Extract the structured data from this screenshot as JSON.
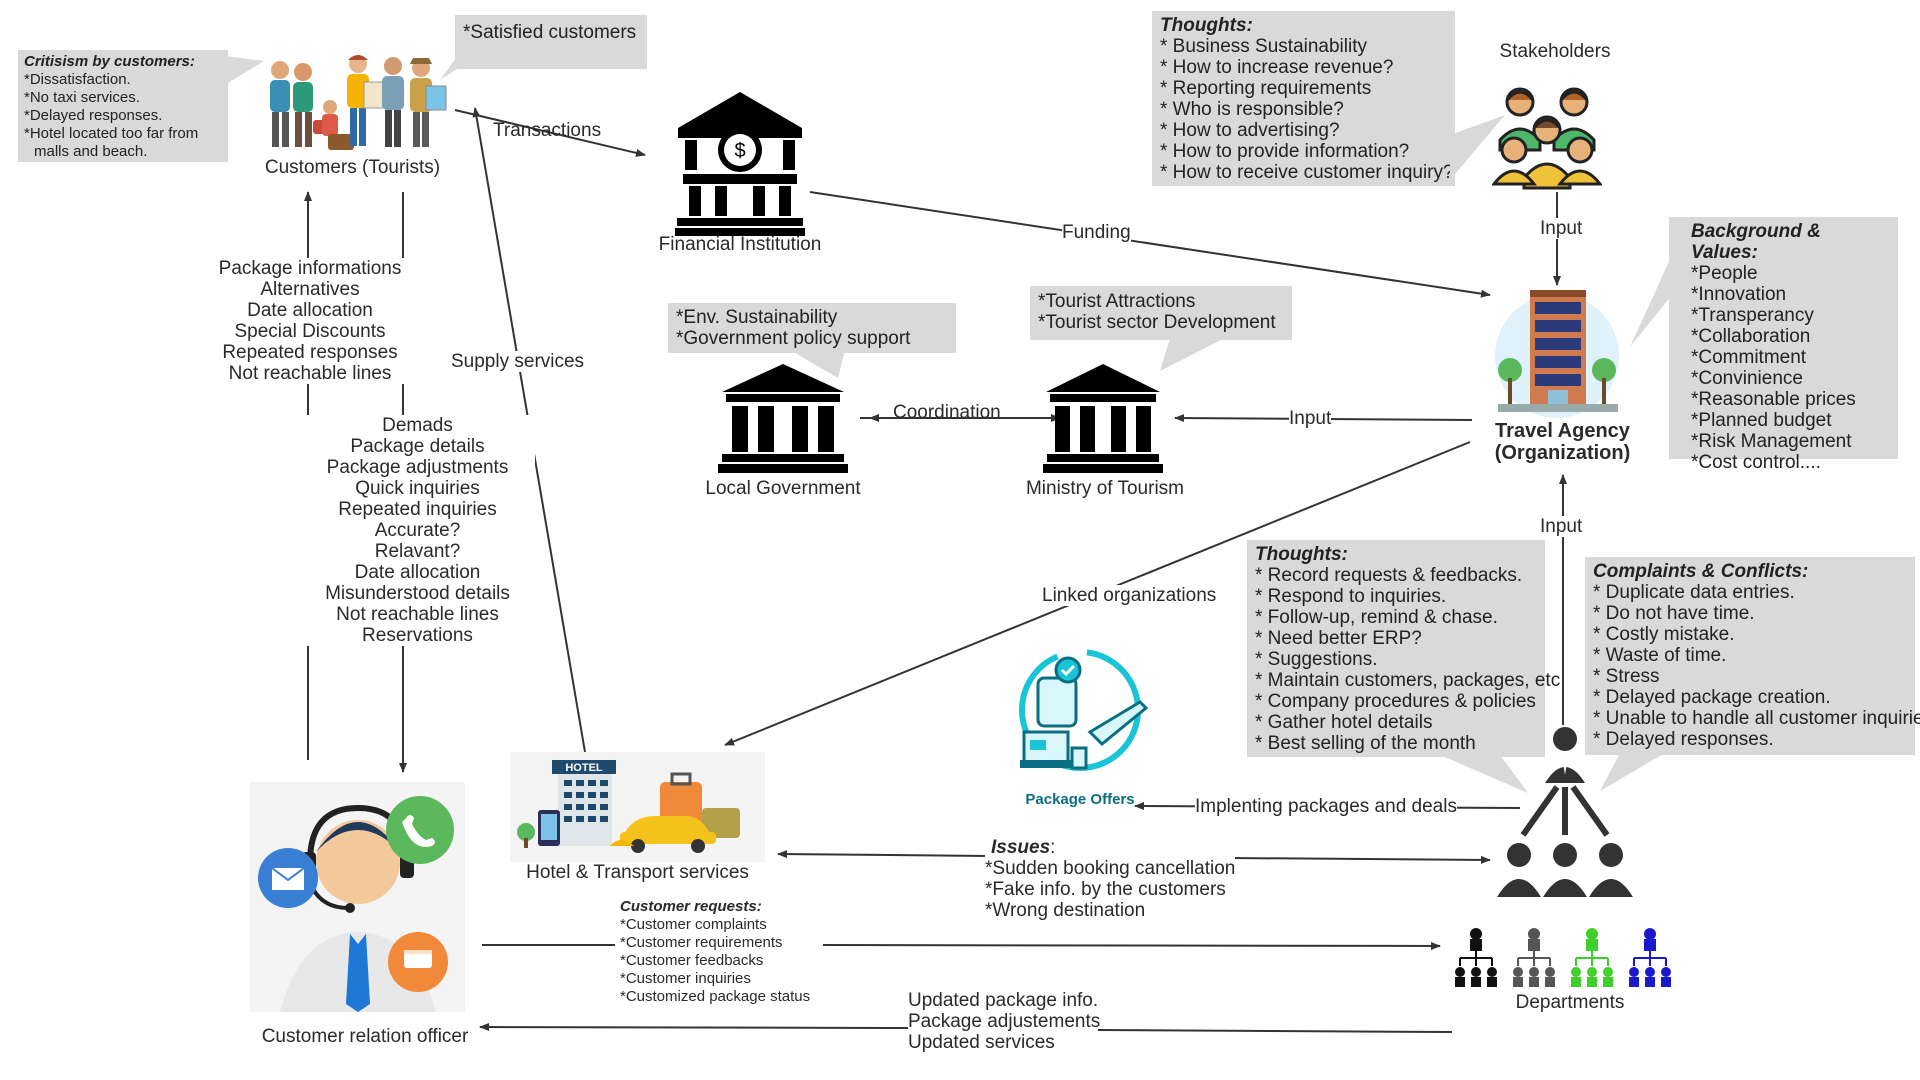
{
  "customers": {
    "label": "Customers (Tourists)",
    "criticism_header": "Critisism by customers:",
    "criticism": [
      "*Dissatisfaction.",
      "*No taxi services.",
      "*Delayed responses.",
      "*Hotel located too far from",
      "  malls and beach."
    ],
    "satisfied": "*Satisfied customers"
  },
  "financial": {
    "label": "Financial Institution"
  },
  "stakeholders": {
    "label": "Stakeholders",
    "thoughts_header": "Thoughts:",
    "thoughts": [
      "* Business Sustainability",
      "* How to increase revenue?",
      "* Reporting requirements",
      "* Who is responsible?",
      "* How to advertising?",
      "* How to provide information?",
      "* How to receive customer inquiry?"
    ]
  },
  "agency": {
    "label_line1": "Travel Agency",
    "label_line2": "(Organization)",
    "values_header": "Background & Values:",
    "values": [
      "*People",
      "*Innovation",
      "*Transperancy",
      "*Collaboration",
      "*Commitment",
      "*Convinience",
      "*Reasonable prices",
      "*Planned budget",
      "*Risk Management",
      "*Cost control...."
    ]
  },
  "local_gov": {
    "label": "Local Government",
    "notes": [
      "*Env. Sustainability",
      "*Government policy support"
    ]
  },
  "ministry": {
    "label": "Ministry of Tourism",
    "notes": [
      "*Tourist Attractions",
      "*Tourist sector Development"
    ]
  },
  "edges": {
    "transactions": "Transactions",
    "funding": "Funding",
    "input_top": "Input",
    "input_ministry": "Input",
    "input_bottom": "Input",
    "coordination": "Coordination",
    "linked": "Linked organizations",
    "supply": "Supply services",
    "implementing": "Implenting packages and deals"
  },
  "officer_to_customer": [
    "Package informations",
    "Alternatives",
    "Date allocation",
    "Special Discounts",
    "Repeated responses",
    "Not reachable lines"
  ],
  "customer_to_officer": [
    "Demads",
    "Package details",
    "Package adjustments",
    "Quick inquiries",
    "Repeated inquiries",
    "Accurate?",
    "Relavant?",
    "Date allocation",
    "Misunderstood details",
    "Not reachable lines",
    "Reservations"
  ],
  "departments": {
    "label": "Departments",
    "thoughts_header": "Thoughts:",
    "thoughts": [
      "* Record requests & feedbacks.",
      "* Respond to inquiries.",
      "* Follow-up, remind & chase.",
      "* Need better ERP?",
      "* Suggestions.",
      "* Maintain customers, packages, etc",
      "* Company procedures & policies",
      "* Gather hotel details",
      "* Best selling of the month"
    ],
    "complaints_header": "Complaints & Conflicts:",
    "complaints": [
      "* Duplicate data entries.",
      "* Do not have time.",
      "* Costly mistake.",
      "* Waste of time.",
      "* Stress",
      "* Delayed package creation.",
      "* Unable to handle all customer inquiries",
      "* Delayed responses."
    ],
    "colors": [
      "#111111",
      "#555555",
      "#3ecf2a",
      "#1a1acc"
    ]
  },
  "package": {
    "label": "Package Offers"
  },
  "hotel": {
    "label": "Hotel & Transport services",
    "sign": "HOTEL"
  },
  "issues": {
    "header": "Issues",
    "colon": ":",
    "items": [
      "*Sudden booking cancellation",
      "*Fake info. by the customers",
      "*Wrong destination"
    ]
  },
  "officer": {
    "label": "Customer relation officer",
    "requests_header": "Customer requests:",
    "requests": [
      "*Customer complaints",
      "*Customer requirements",
      "*Customer feedbacks",
      "*Customer inquiries",
      "*Customized package status"
    ]
  },
  "updates": [
    "Updated package info.",
    "Package adjustements",
    "Updated services"
  ]
}
